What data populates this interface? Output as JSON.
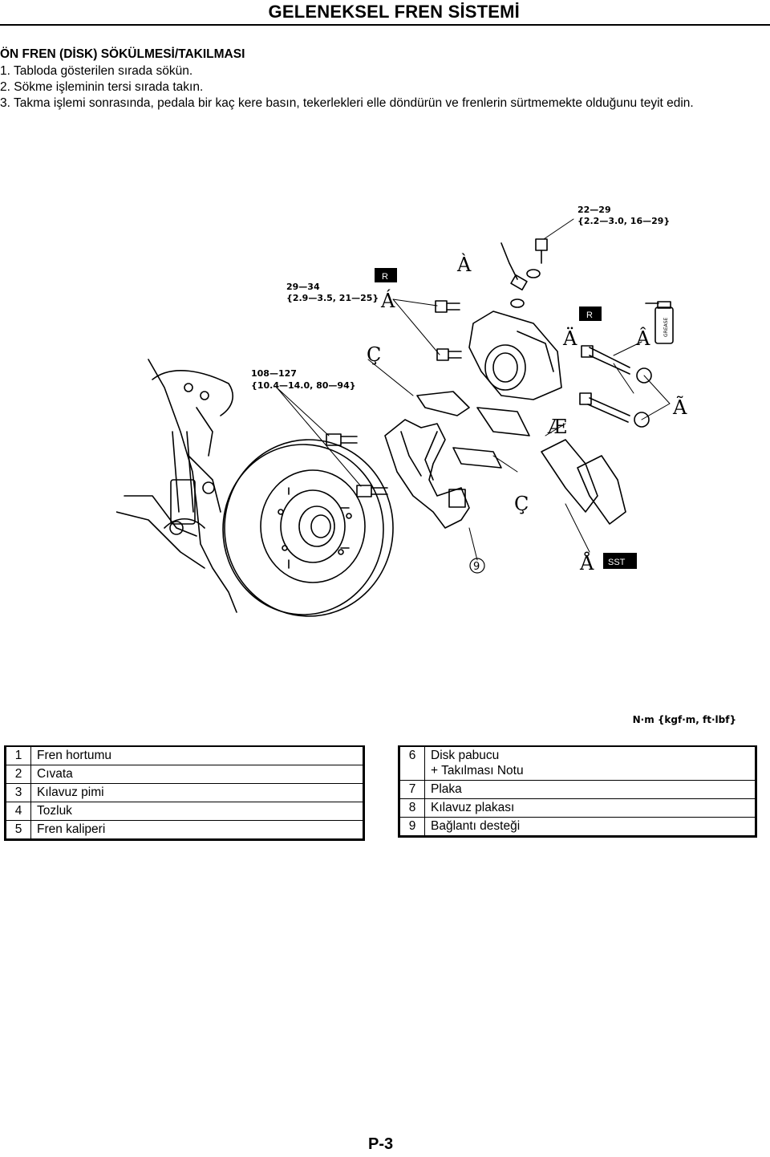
{
  "header": {
    "title": "GELENEKSEL FREN SİSTEMİ"
  },
  "section": {
    "title": "ÖN FREN (DİSK) SÖKÜLMESİ/TAKILMASI",
    "steps": [
      "1. Tabloda gösterilen sırada sökün.",
      "2. Sökme işleminin tersi sırada takın.",
      "3. Takma işlemi sonrasında, pedala bir kaç kere basın, tekerlekleri elle döndürün ve frenlerin sürtmemekte olduğunu teyit edin."
    ]
  },
  "diagram": {
    "torque_specs": [
      {
        "line1": "22—29",
        "line2": "{2.2—3.0, 16—29}"
      },
      {
        "line1": "29—34",
        "line2": "{2.9—3.5, 21—25}"
      },
      {
        "line1": "108—127",
        "line2": "{10.4—14.0, 80—94}"
      }
    ],
    "callouts": [
      "À",
      "Á",
      "Ç",
      "Ä",
      "Â",
      "Ã",
      "Æ",
      "Ç",
      "Å",
      "9"
    ],
    "badges": {
      "replace": "R",
      "sst": "SST",
      "grease": "GREASE"
    },
    "unit_note": "N·m {kgf·m, ft·lbf}"
  },
  "legend_left": [
    {
      "num": "1",
      "text": "Fren hortumu"
    },
    {
      "num": "2",
      "text": "Cıvata"
    },
    {
      "num": "3",
      "text": "Kılavuz pimi"
    },
    {
      "num": "4",
      "text": "Tozluk"
    },
    {
      "num": "5",
      "text": "Fren kaliperi"
    }
  ],
  "legend_right": [
    {
      "num": "6",
      "text": "Disk pabucu",
      "text2": "+ Takılması Notu"
    },
    {
      "num": "7",
      "text": "Plaka"
    },
    {
      "num": "8",
      "text": "Kılavuz plakası"
    },
    {
      "num": "9",
      "text": "Bağlantı desteği"
    }
  ],
  "footer": {
    "page_number": "P-3"
  }
}
